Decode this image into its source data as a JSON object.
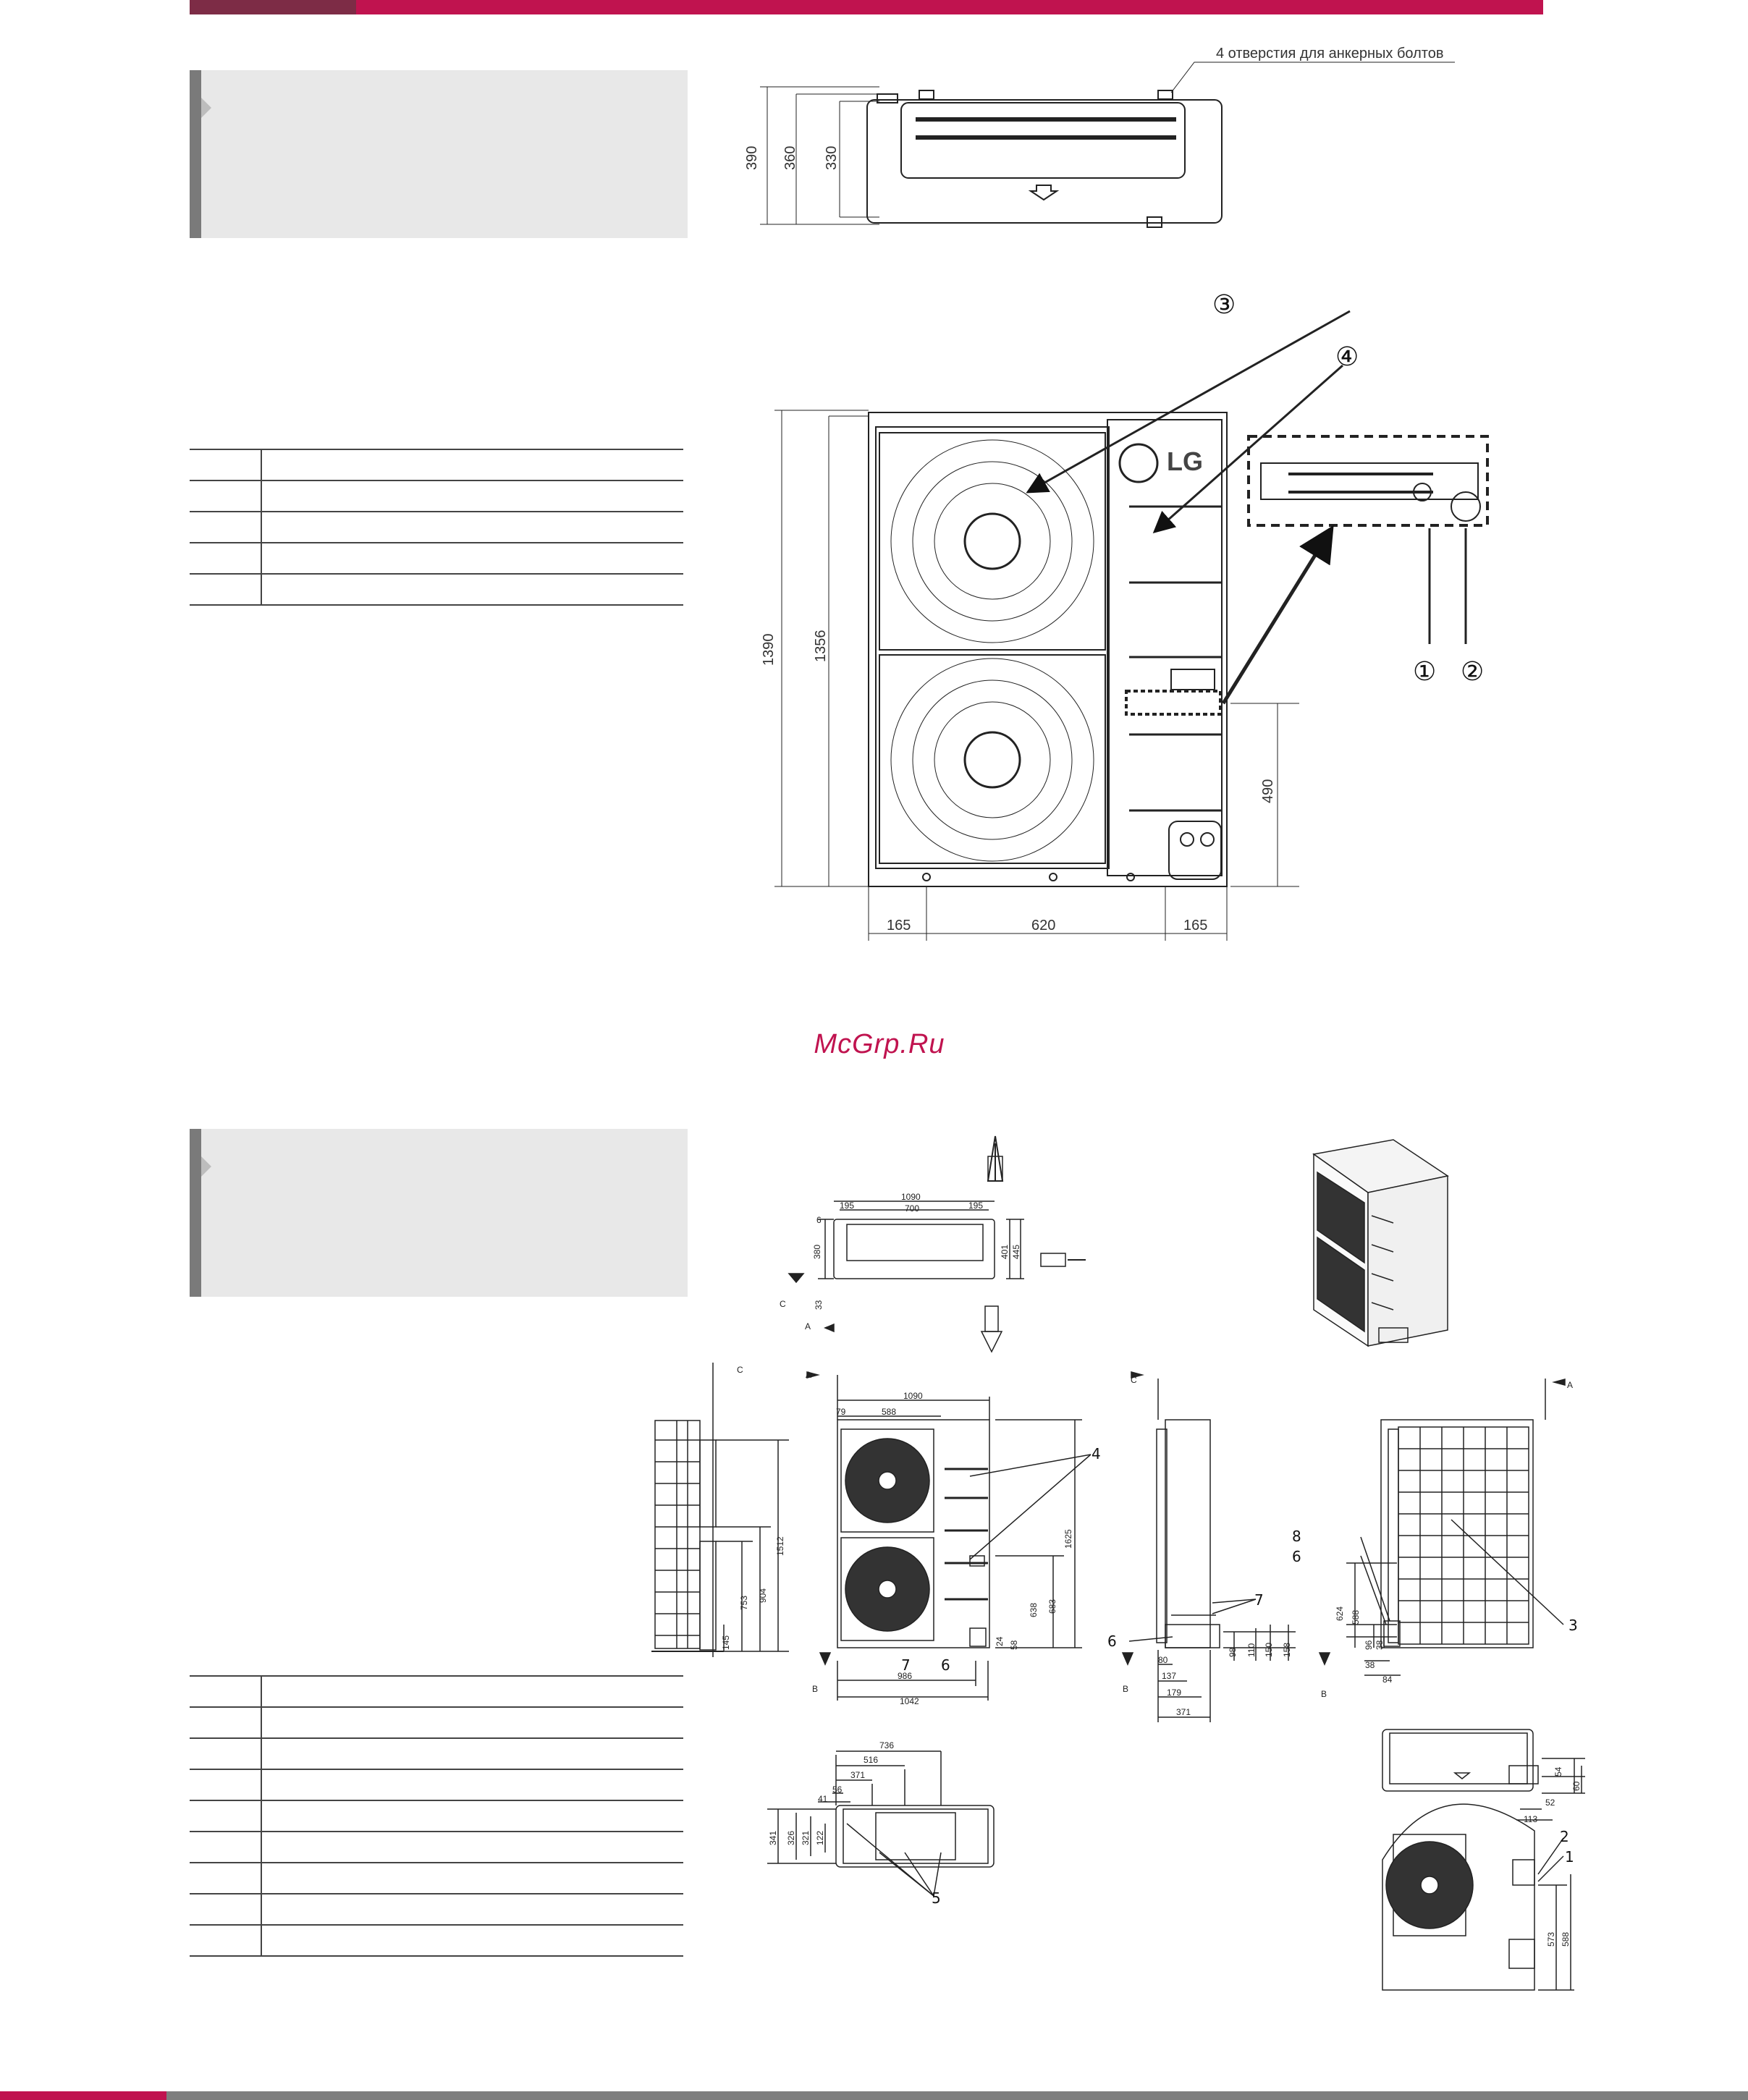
{
  "header": {
    "accent_color": "#c0134f",
    "dark_accent": "#7d2c46"
  },
  "watermark": "McGrp.Ru",
  "top_view": {
    "anchor_label": "4 отверстия для анкерных болтов",
    "dims": {
      "d390": "390",
      "d360": "360",
      "d330": "330"
    }
  },
  "front_view": {
    "brand": "LG",
    "callouts": {
      "c1": "①",
      "c2": "②",
      "c3": "③",
      "c4": "④"
    },
    "dims": {
      "height_total": "1390",
      "height_body": "1356",
      "port_height": "490",
      "left": "165",
      "middle": "620",
      "right": "165"
    }
  },
  "second_drawing": {
    "top": {
      "w": "1090",
      "a": "195",
      "b": "700",
      "c": "195",
      "d6": "6",
      "d380": "380",
      "d401": "401",
      "d445": "445",
      "d33": "33"
    },
    "refs": {
      "a": "A",
      "b": "B",
      "c": "C"
    },
    "front": {
      "w": "1090",
      "d79": "79",
      "d588": "588",
      "h1625": "1625",
      "h1512": "1512",
      "h904": "904",
      "h753": "753",
      "h145": "145",
      "h638": "638",
      "h683": "683",
      "h24": "24",
      "h58": "58",
      "w986": "986",
      "w1042": "1042"
    },
    "side": {
      "d80": "80",
      "d137": "137",
      "d179": "179",
      "d371": "371",
      "h98": "98",
      "h110": "110",
      "h150": "150",
      "h158": "158"
    },
    "back": {
      "h624": "624",
      "h588": "588",
      "h96": "96",
      "h38": "38",
      "w38": "38",
      "w84": "84"
    },
    "base": {
      "w736": "736",
      "w516": "516",
      "w371": "371",
      "w56": "56",
      "w41": "41",
      "h341": "341",
      "h326": "326",
      "h321": "321",
      "h122": "122"
    },
    "detail": {
      "d54": "54",
      "d60": "60",
      "d52": "52",
      "d113": "113",
      "h573": "573",
      "h588": "588"
    },
    "callouts": {
      "c1": "1",
      "c2": "2",
      "c3": "3",
      "c4": "4",
      "c5": "5",
      "c6": "6",
      "c7": "7",
      "c8": "8"
    }
  }
}
